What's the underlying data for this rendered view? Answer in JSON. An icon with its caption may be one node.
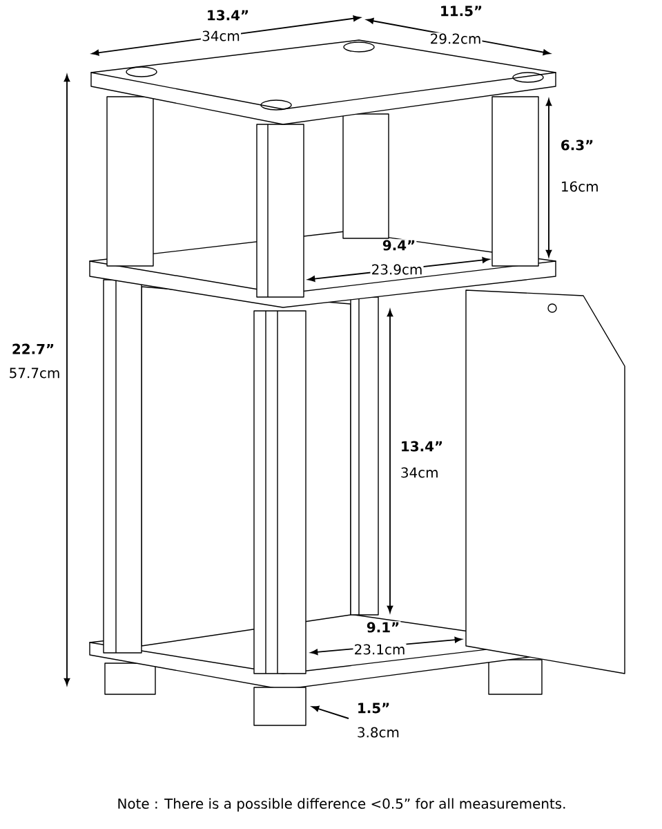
{
  "diagram": {
    "labels": [
      "13.4”",
      "34cm",
      "11.5”",
      "29.2cm",
      "6.3”",
      "16cm",
      "9.4”",
      "23.9cm",
      "22.7”",
      "57.7cm",
      "13.4”",
      "34cm",
      "9.1”",
      "23.1cm",
      "1.5”",
      "3.8cm",
      "Note : There is a possible difference <0.5” for all measurements."
    ]
  }
}
